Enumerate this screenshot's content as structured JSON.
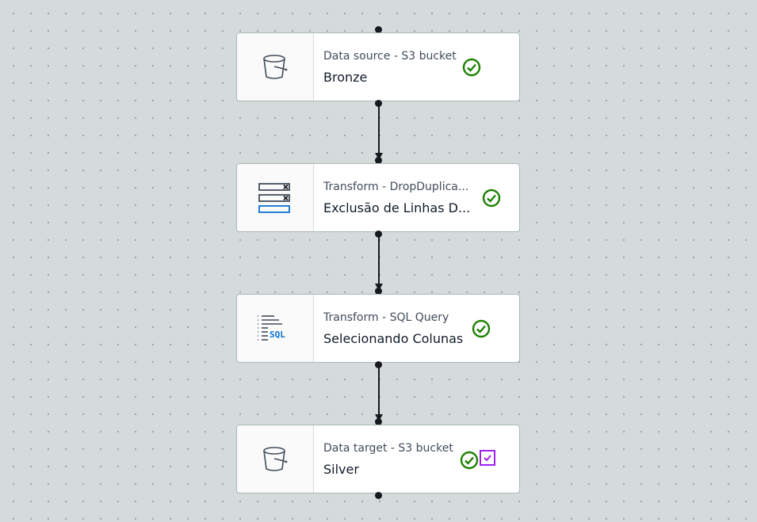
{
  "nodes": [
    {
      "type": "Data source - S3 bucket",
      "name": "Bronze",
      "icon": "s3-bucket-icon",
      "status": "success"
    },
    {
      "type": "Transform - DropDuplica...",
      "name": "Exclusão de Linhas D...",
      "icon": "drop-duplicates-icon",
      "status": "success"
    },
    {
      "type": "Transform - SQL Query",
      "name": "Selecionando Colunas",
      "icon": "sql-query-icon",
      "sql_label": "SQL",
      "status": "success"
    },
    {
      "type": "Data target - S3 bucket",
      "name": "Silver",
      "icon": "s3-bucket-icon",
      "status": "success"
    }
  ],
  "colors": {
    "success": "#1d8102",
    "selection": "#a020f0",
    "sql_blue": "#0972d3",
    "edge": "#16191f"
  }
}
